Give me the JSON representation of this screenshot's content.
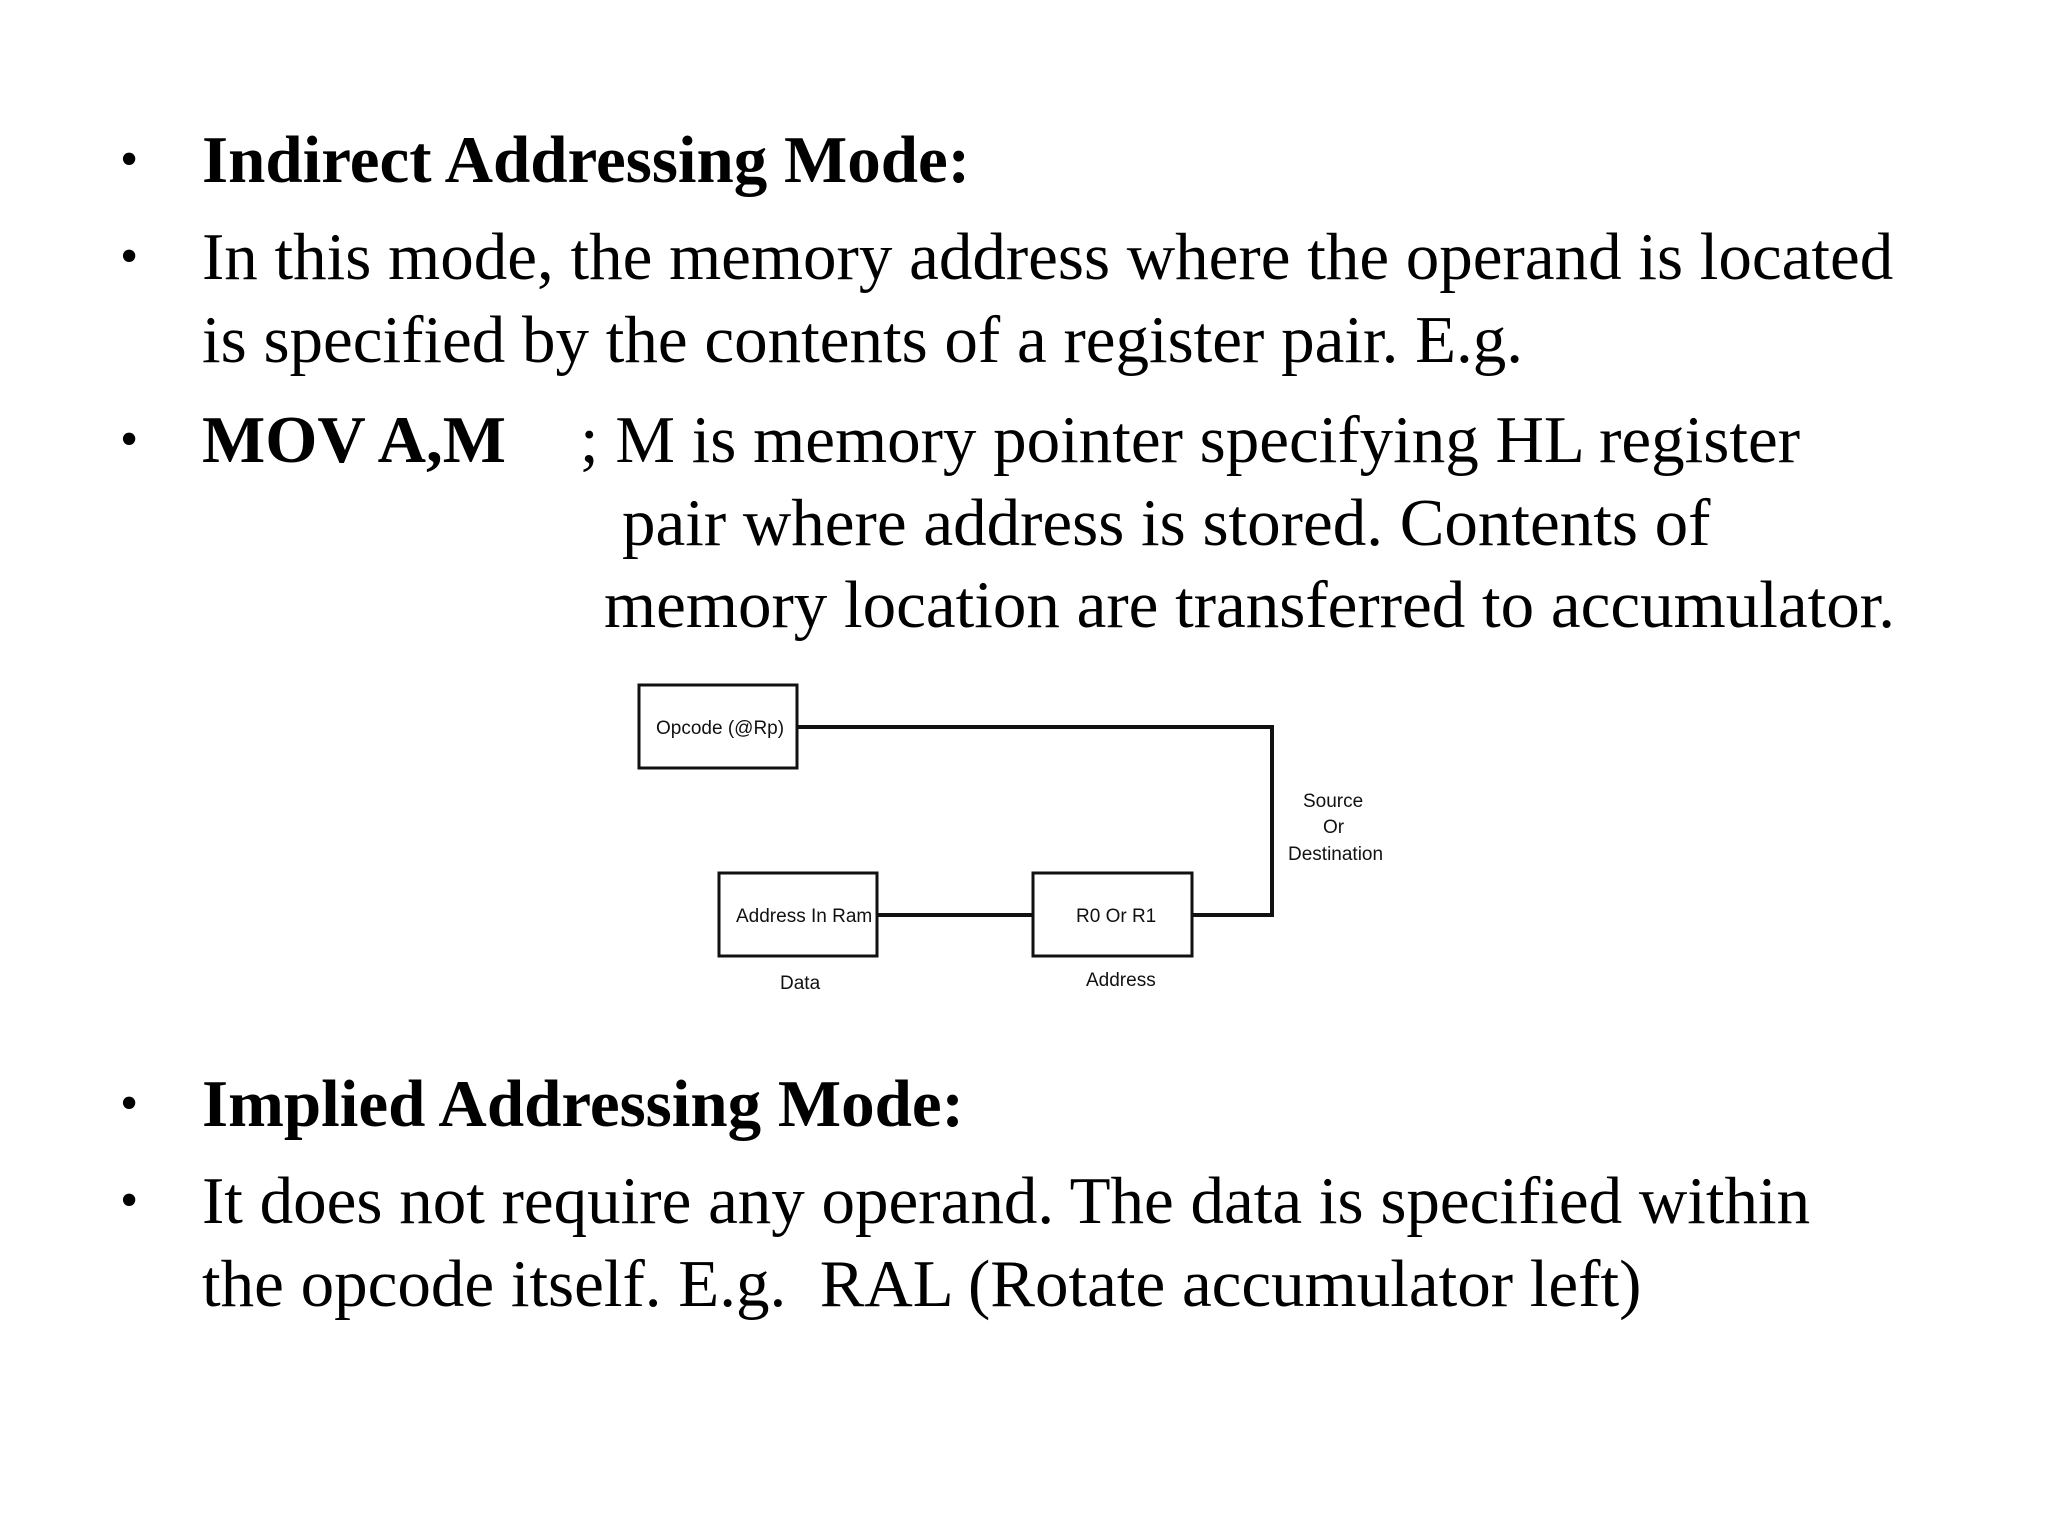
{
  "section1": {
    "heading": "Indirect Addressing Mode:",
    "description_line1": "In this mode, the memory address where the operand is located",
    "description_line2": "is specified by the contents of a register pair. E.g.",
    "example_instruction": "MOV A,M",
    "example_comment_line1": "; M is memory pointer specifying HL register",
    "example_comment_line2": "pair where address is stored. Contents of",
    "example_comment_line3": "memory location are transferred to accumulator."
  },
  "diagram": {
    "opcode_box": "Opcode (@Rp)",
    "address_box": "Address In Ram",
    "register_box": "R0 Or R1",
    "data_label": "Data",
    "address_label": "Address",
    "source_label_line1": "Source",
    "source_label_line2": "Or",
    "source_label_line3": "Destination"
  },
  "section2": {
    "heading": "Implied Addressing Mode:",
    "description_line1": "It does not require any operand. The data is specified within",
    "description_line2": "the opcode itself. E.g.  RAL (Rotate accumulator left)"
  },
  "bullet_symbol": "•"
}
